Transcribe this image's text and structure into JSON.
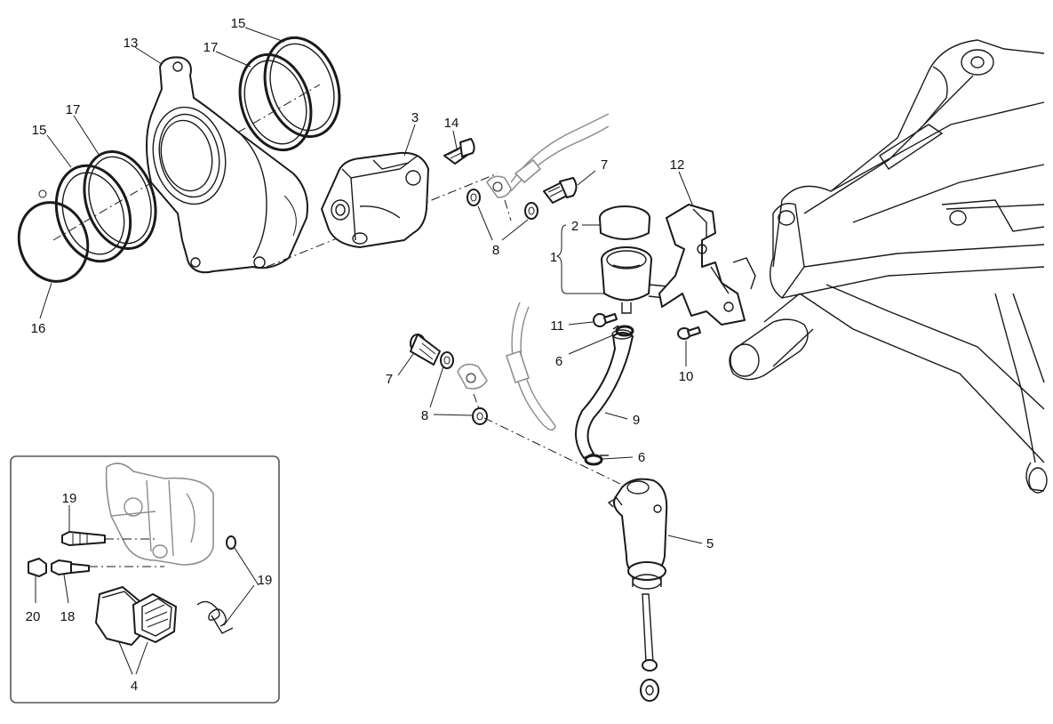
{
  "labels": {
    "l1": "1",
    "l2": "2",
    "l3": "3",
    "l4": "4",
    "l5": "5",
    "l6a": "6",
    "l6b": "6",
    "l7a": "7",
    "l7b": "7",
    "l8a": "8",
    "l8b": "8",
    "l9": "9",
    "l10": "10",
    "l11": "11",
    "l12": "12",
    "l13": "13",
    "l14": "14",
    "l15a": "15",
    "l15b": "15",
    "l16": "16",
    "l17a": "17",
    "l17b": "17",
    "l18": "18",
    "l19a": "19",
    "l19b": "19",
    "l20": "20"
  },
  "colors": {
    "line": "#1a1a1a",
    "inset_border": "#555555",
    "ghost": "#8f8f8f",
    "background": "#ffffff"
  }
}
